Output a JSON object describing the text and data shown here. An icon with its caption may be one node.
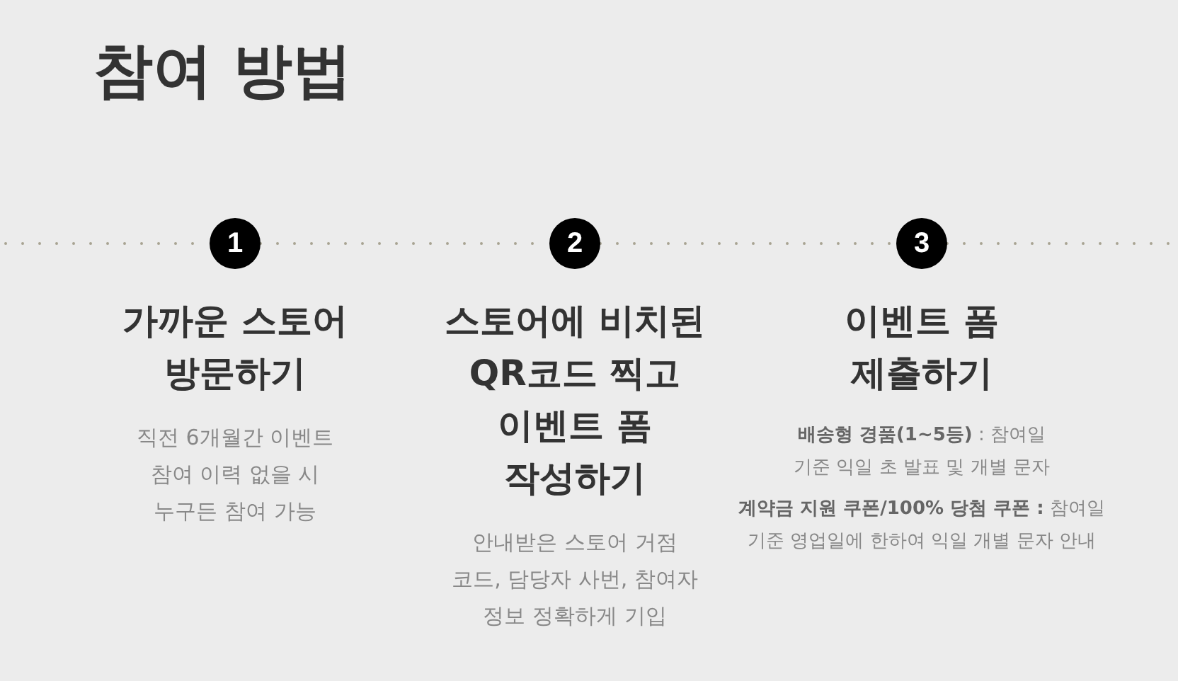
{
  "diagram": {
    "title": "참여 방법",
    "nodes": [
      {
        "text": [
          "1"
        ],
        "beside": [
          "가까운 스토어 방문하기",
          "직전 6개월간 이벤트 참여 이력 없을 시 누구든 참여 가능"
        ]
      },
      {
        "text": [
          "2"
        ],
        "beside": [
          "스토어에 비치된 QR코드 찍고 이벤트 폼 작성하기",
          "안내받은 스토어 거점 코드, 담당자 사번, 참여자 정보 정확하게 기입"
        ]
      },
      {
        "text": [
          "3"
        ],
        "beside": [
          "이벤트 폼 제출하기",
          "**배송형 경품(1~5등)** : 참여일 기준 익일 초 발표 및 개별 문자",
          "**계약금 지원 쿠폰/100% 당첨 쿠폰 :** 참여일 기준 영업일에 한하여 익일 개별 문자 안내"
        ]
      }
    ],
    "edges": [
      {
        "from": null,
        "to": 0,
        "arrow": "none",
        "style": "dashed"
      },
      {
        "from": 0,
        "to": 1,
        "arrow": "none",
        "style": "dashed"
      },
      {
        "from": 1,
        "to": 2,
        "arrow": "none",
        "style": "dashed"
      },
      {
        "from": 2,
        "to": null,
        "arrow": "none",
        "style": "dashed"
      }
    ]
  }
}
